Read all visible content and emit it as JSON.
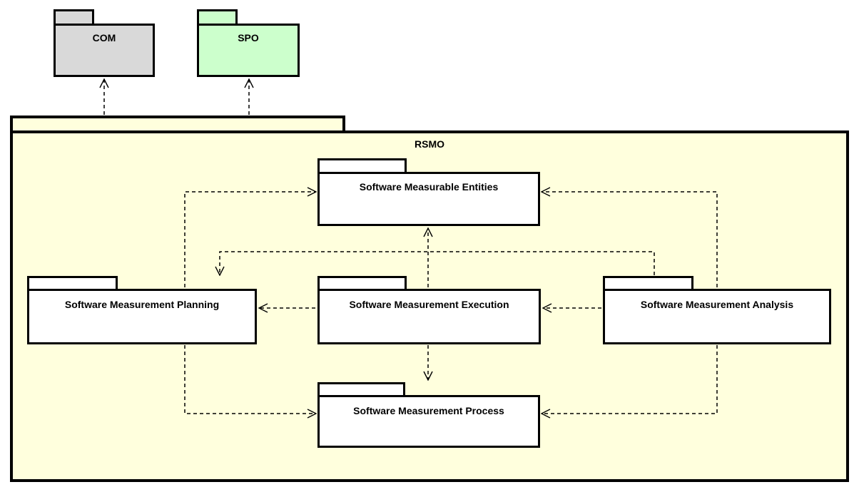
{
  "diagram": {
    "type": "uml-package-diagram",
    "container": {
      "label": "RSMO",
      "fill": "#ffffdd"
    },
    "external_packages": [
      {
        "id": "com",
        "label": "COM",
        "fill": "#d9d9d9"
      },
      {
        "id": "spo",
        "label": "SPO",
        "fill": "#ccffcc"
      }
    ],
    "packages": [
      {
        "id": "entities",
        "label": "Software Measurable Entities"
      },
      {
        "id": "planning",
        "label": "Software Measurement Planning"
      },
      {
        "id": "execution",
        "label": "Software Measurement Execution"
      },
      {
        "id": "analysis",
        "label": "Software Measurement Analysis"
      },
      {
        "id": "process",
        "label": "Software Measurement Process"
      }
    ],
    "dependencies": [
      {
        "from": "RSMO",
        "to": "COM",
        "style": "dashed-open-arrow"
      },
      {
        "from": "RSMO",
        "to": "SPO",
        "style": "dashed-open-arrow"
      },
      {
        "from": "Software Measurement Planning",
        "to": "Software Measurable Entities",
        "style": "dashed-open-arrow"
      },
      {
        "from": "Software Measurement Execution",
        "to": "Software Measurable Entities",
        "style": "dashed-open-arrow"
      },
      {
        "from": "Software Measurement Analysis",
        "to": "Software Measurable Entities",
        "style": "dashed-open-arrow"
      },
      {
        "from": "Software Measurement Analysis",
        "to": "Software Measurement Planning",
        "style": "dashed-open-arrow"
      },
      {
        "from": "Software Measurement Execution",
        "to": "Software Measurement Planning",
        "style": "dashed-open-arrow"
      },
      {
        "from": "Software Measurement Analysis",
        "to": "Software Measurement Execution",
        "style": "dashed-open-arrow"
      },
      {
        "from": "Software Measurement Planning",
        "to": "Software Measurement Process",
        "style": "dashed-open-arrow"
      },
      {
        "from": "Software Measurement Execution",
        "to": "Software Measurement Process",
        "style": "dashed-open-arrow"
      },
      {
        "from": "Software Measurement Analysis",
        "to": "Software Measurement Process",
        "style": "dashed-open-arrow"
      }
    ],
    "colors": {
      "border": "#000000",
      "container_fill": "#ffffdd",
      "inner_package_fill": "#ffffff",
      "com_fill": "#d9d9d9",
      "spo_fill": "#ccffcc",
      "connector": "#000000"
    }
  }
}
